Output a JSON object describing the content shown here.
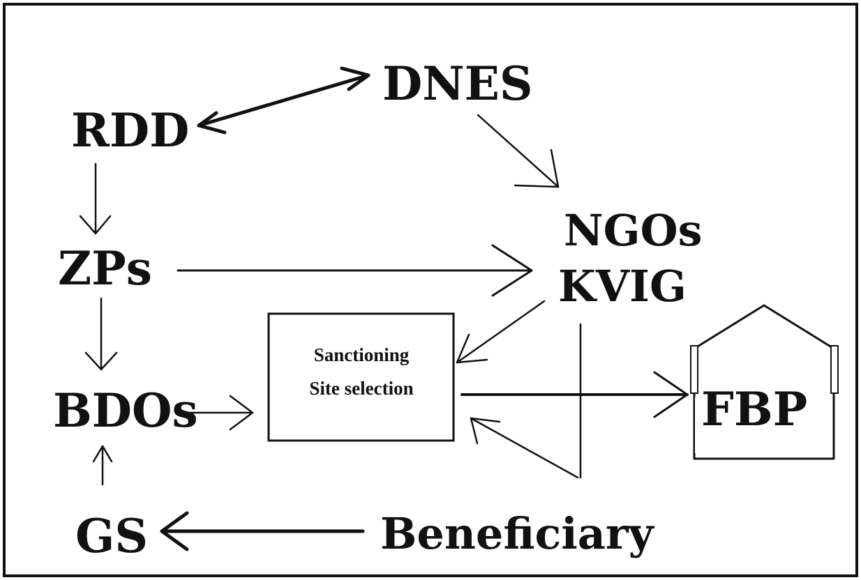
{
  "nodes": {
    "dnes": "DNES",
    "rdd": "RDD",
    "zps": "ZPs",
    "ngos": "NGOs",
    "kvig": "KVIG",
    "bdos": "BDOs",
    "fbp": "FBP",
    "gs": "GS",
    "beneficiary": "Beneficiary"
  },
  "sanction_box": {
    "line1": "Sanctioning",
    "line2": "Site selection"
  }
}
